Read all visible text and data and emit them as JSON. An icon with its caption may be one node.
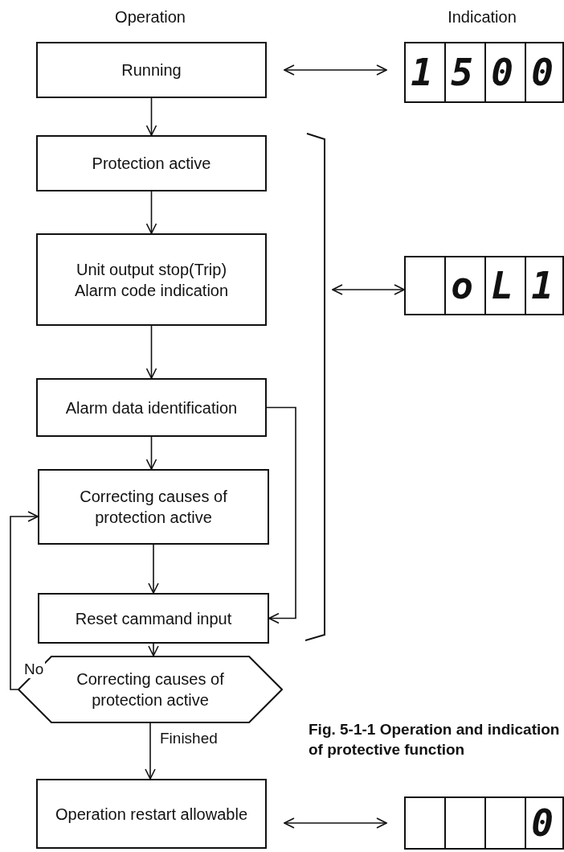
{
  "diagram": {
    "caption": "Fig. 5-1-1 Operation and indication of protective function",
    "nodes": [
      {
        "text": [
          "Running"
        ]
      },
      {
        "text": [
          "1500"
        ]
      },
      {
        "text": [
          "Protection active"
        ]
      },
      {
        "text": [
          "Unit output stop(Trip) Alarm code indication"
        ]
      },
      {
        "text": [
          "oL1"
        ]
      },
      {
        "text": [
          "Alarm data identification"
        ]
      },
      {
        "text": [
          "Correcting causes of protection active"
        ]
      },
      {
        "text": [
          "Reset cammand input"
        ]
      },
      {
        "text": [
          "Correcting causes of protection active"
        ]
      },
      {
        "text": [
          "Operation restart allowable"
        ]
      },
      {
        "text": [
          "0"
        ]
      },
      {
        "text": [],
        "shape": "bracket"
      }
    ],
    "edges": [
      {
        "from": 0,
        "to": 1,
        "arrow": "both"
      },
      {
        "from": 0,
        "to": 2,
        "arrow": "to"
      },
      {
        "from": 2,
        "to": 3,
        "arrow": "to"
      },
      {
        "from": 3,
        "to": 5,
        "arrow": "to"
      },
      {
        "from": 5,
        "to": 6,
        "arrow": "to"
      },
      {
        "from": 5,
        "to": 7,
        "arrow": "to"
      },
      {
        "from": 6,
        "to": 7,
        "arrow": "to"
      },
      {
        "from": 11,
        "to": 4,
        "arrow": "both"
      },
      {
        "from": 7,
        "to": 8,
        "arrow": "to"
      },
      {
        "from": 8,
        "to": 6,
        "arrow": "to",
        "label": "No"
      },
      {
        "from": 8,
        "to": 9,
        "arrow": "to",
        "label": "Finished"
      },
      {
        "from": 9,
        "to": 10,
        "arrow": "both"
      }
    ],
    "labels": [
      "Operation",
      "Indication"
    ]
  }
}
